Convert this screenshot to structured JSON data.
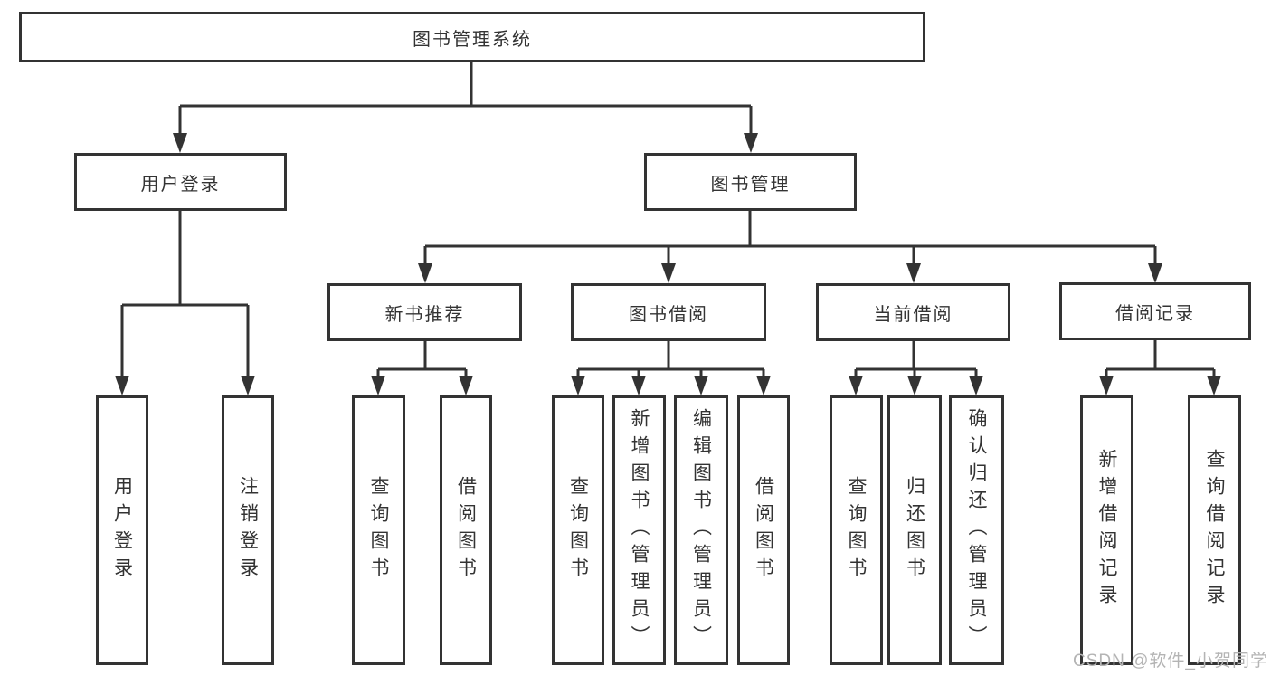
{
  "diagram": {
    "root": {
      "label": "图书管理系统"
    },
    "branches": [
      {
        "label": "用户登录",
        "children": [
          {
            "label": "用户登录"
          },
          {
            "label": "注销登录"
          }
        ]
      },
      {
        "label": "图书管理",
        "children": [
          {
            "label": "新书推荐",
            "children": [
              {
                "label": "查询图书"
              },
              {
                "label": "借阅图书"
              }
            ]
          },
          {
            "label": "图书借阅",
            "children": [
              {
                "label": "查询图书"
              },
              {
                "label": "新增图书（管理员）"
              },
              {
                "label": "编辑图书（管理员）"
              },
              {
                "label": "借阅图书"
              }
            ]
          },
          {
            "label": "当前借阅",
            "children": [
              {
                "label": "查询图书"
              },
              {
                "label": "归还图书"
              },
              {
                "label": "确认归还（管理员）"
              }
            ]
          },
          {
            "label": "借阅记录",
            "children": [
              {
                "label": "新增借阅记录"
              },
              {
                "label": "查询借阅记录"
              }
            ]
          }
        ]
      }
    ]
  },
  "watermark": {
    "text": "CSDN @软件_小贺同学"
  },
  "colors": {
    "line": "#333333",
    "text": "#333333",
    "background": "#ffffff",
    "watermark": "#b4b4b4"
  }
}
